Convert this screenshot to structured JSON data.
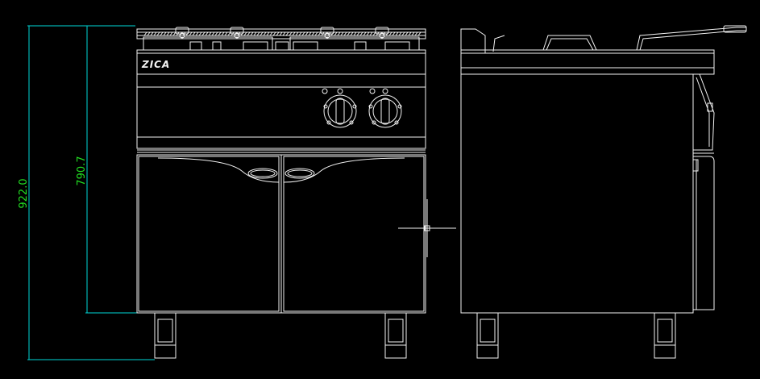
{
  "drawing": {
    "brand_logo": "ZICA",
    "dimensions": {
      "overall_height": "922.0",
      "cabinet_height": "790.7"
    },
    "colors": {
      "background": "#000000",
      "lines": "#f2f2f2",
      "dimension_lines": "#00d8d8",
      "dimension_text": "#22e022"
    }
  }
}
